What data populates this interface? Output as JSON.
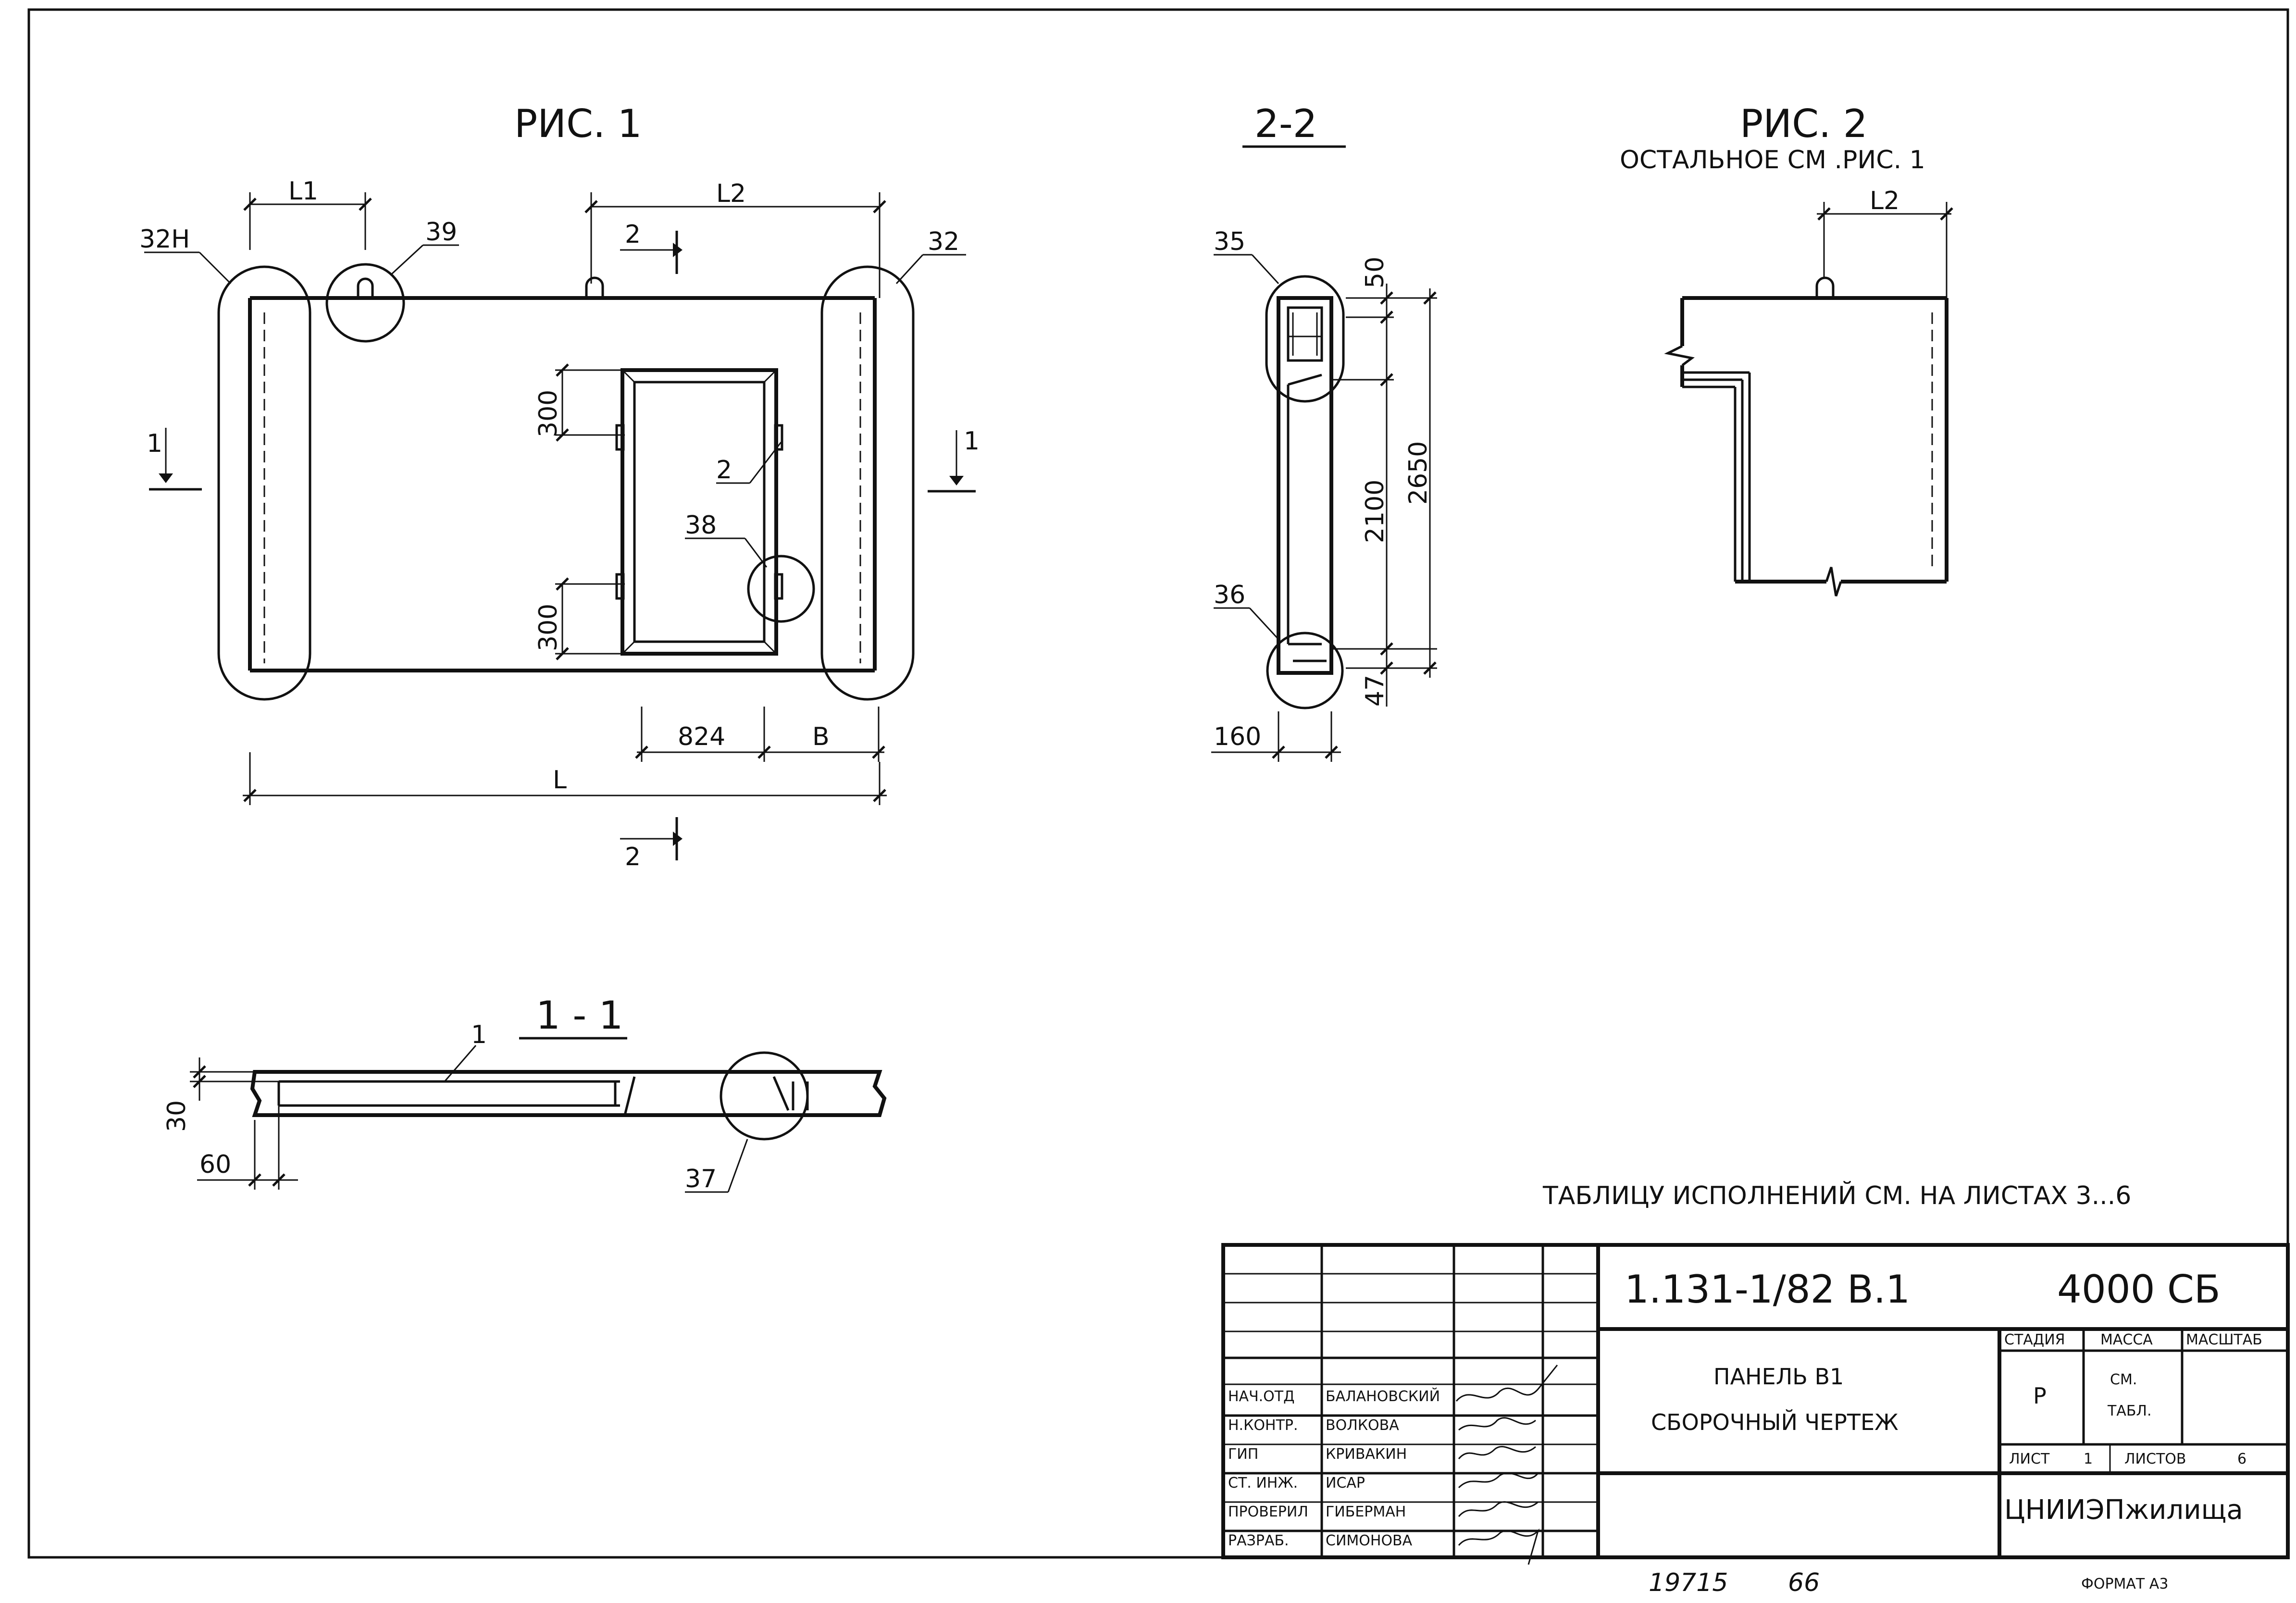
{
  "views": {
    "fig1": {
      "title": "РИС. 1",
      "dims": {
        "L1": "L1",
        "L2": "L2",
        "L": "L",
        "B": "B",
        "d824": "824",
        "d300a": "300",
        "d300b": "300"
      },
      "callouts": {
        "c32h": "32Н",
        "c39": "39",
        "c32": "32",
        "c2": "2",
        "c38": "38"
      },
      "section_marks": {
        "top": "2",
        "bottom": "2",
        "left": "1",
        "right": "1"
      }
    },
    "sec22": {
      "title": "2-2",
      "dims": {
        "d50": "50",
        "d2100": "2100",
        "d2650": "2650",
        "d47": "47",
        "d160": "160"
      },
      "callouts": {
        "c35": "35",
        "c36": "36"
      }
    },
    "fig2": {
      "title": "РИС. 2",
      "subtitle": "ОСТАЛЬНОЕ СМ .РИС. 1",
      "dims": {
        "L2": "L2"
      }
    },
    "sec11": {
      "title": "1 - 1",
      "dims": {
        "d30": "30",
        "d60": "60"
      },
      "callouts": {
        "c1": "1",
        "c37": "37"
      }
    }
  },
  "note": "ТАБЛИЦУ ИСПОЛНЕНИЙ СМ. НА ЛИСТАХ 3...6",
  "title_block": {
    "doc_code": "1.131-1/82 В.1",
    "doc_suffix": "4000 СБ",
    "name_line1": "ПАНЕЛЬ В1",
    "name_line2": "СБОРОЧНЫЙ ЧЕРТЕЖ",
    "col_stage": "СТАДИЯ",
    "col_mass": "МАССА",
    "col_scale": "МАСШТАБ",
    "stage": "Р",
    "mass_line1": "СМ.",
    "mass_line2": "ТАБЛ.",
    "sheet_label": "ЛИСТ",
    "sheet_no": "1",
    "sheets_label": "ЛИСТОВ",
    "sheets_total": "6",
    "organization": "ЦНИИЭПжилища",
    "staff": [
      {
        "role": "НАЧ.ОТД",
        "name": "БАЛАНОВСКИЙ"
      },
      {
        "role": "Н.КОНТР.",
        "name": "ВОЛКОВА"
      },
      {
        "role": "ГИП",
        "name": "КРИВАКИН"
      },
      {
        "role": "СТ. ИНЖ.",
        "name": "ИСАР"
      },
      {
        "role": "ПРОВЕРИЛ",
        "name": "ГИБЕРМАН"
      },
      {
        "role": "РАЗРАБ.",
        "name": "СИМОНОВА"
      }
    ]
  },
  "footer": {
    "inventory": "19715",
    "inventory_sheet": "66",
    "format": "ФОРМАТ А3"
  }
}
